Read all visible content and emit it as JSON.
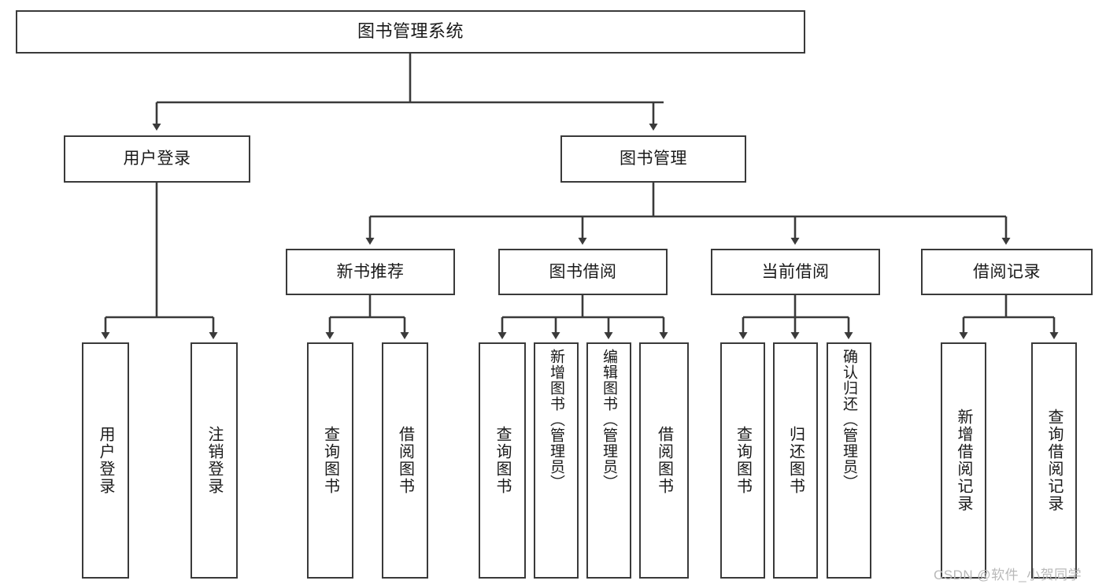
{
  "diagram": {
    "title": "图书管理系统",
    "type": "tree-hierarchy-diagram",
    "colors": {
      "box_border": "#3a3a3a",
      "box_fill": "#ffffff",
      "connector": "#3a3a3a",
      "text": "#1a1a1a",
      "watermark": "#b9b9b9"
    },
    "nodes": {
      "root": {
        "label": "图书管理系统"
      },
      "level1": [
        {
          "label": "用户登录"
        },
        {
          "label": "图书管理"
        }
      ],
      "level2": [
        {
          "label": "新书推荐"
        },
        {
          "label": "图书借阅"
        },
        {
          "label": "当前借阅"
        },
        {
          "label": "借阅记录"
        }
      ],
      "leaves": {
        "user_login": [
          {
            "label": "用户登录"
          },
          {
            "label": "注销登录"
          }
        ],
        "new_book_recommend": [
          {
            "label": "查询图书"
          },
          {
            "label": "借阅图书"
          }
        ],
        "book_borrow": [
          {
            "label": "查询图书"
          },
          {
            "label": "新增图书（管理员）"
          },
          {
            "label": "编辑图书（管理员）"
          },
          {
            "label": "借阅图书"
          }
        ],
        "current_borrow": [
          {
            "label": "查询图书"
          },
          {
            "label": "归还图书"
          },
          {
            "label": "确认归还（管理员）"
          }
        ],
        "borrow_record": [
          {
            "label": "新增借阅记录"
          },
          {
            "label": "查询借阅记录"
          }
        ]
      }
    }
  },
  "watermark": {
    "text": "CSDN @软件_小贺同学"
  }
}
